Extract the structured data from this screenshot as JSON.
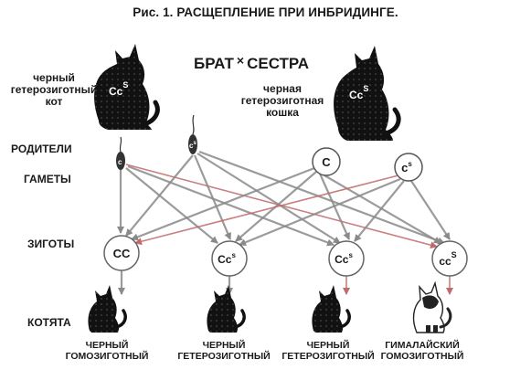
{
  "title": "Рис. 1. РАСЩЕПЛЕНИЕ ПРИ ИНБРИДИНГЕ.",
  "pair": {
    "brother": "БРАТ",
    "cross": "×",
    "sister": "СЕСТРА"
  },
  "parents": {
    "father": {
      "caption_lines": [
        "черный",
        "гетерозиготный",
        "кот"
      ],
      "genotype_base": "Cc",
      "genotype_sup": "S"
    },
    "mother": {
      "caption_lines": [
        "черная",
        "гетерозиготная",
        "кошка"
      ],
      "genotype_base": "Cc",
      "genotype_sup": "S"
    }
  },
  "row_labels": {
    "parents": "РОДИТЕЛИ",
    "gametes": "ГАМЕТЫ",
    "zygotes": "ЗИГОТЫ",
    "kittens": "КОТЯТА"
  },
  "gametes": [
    {
      "base": "c",
      "sup": ""
    },
    {
      "base": "c",
      "sup": "s"
    },
    {
      "base": "C",
      "sup": ""
    },
    {
      "base": "c",
      "sup": "s"
    }
  ],
  "zygotes": [
    {
      "base": "CC",
      "sup": ""
    },
    {
      "base": "Cc",
      "sup": "s"
    },
    {
      "base": "Cc",
      "sup": "s"
    },
    {
      "base": "cc",
      "sup": "S"
    }
  ],
  "kittens": [
    {
      "lines": [
        "ЧЕРНЫЙ",
        "ГОМОЗИГОТНЫЙ"
      ],
      "color": "black"
    },
    {
      "lines": [
        "ЧЕРНЫЙ",
        "ГЕТЕРОЗИГОТНЫЙ"
      ],
      "color": "black"
    },
    {
      "lines": [
        "ЧЕРНЫЙ",
        "ГЕТЕРОЗИГОТНЫЙ"
      ],
      "color": "black"
    },
    {
      "lines": [
        "ГИМАЛАЙСКИЙ",
        "ГОМОЗИГОТНЫЙ"
      ],
      "color": "white"
    }
  ],
  "colors": {
    "ink": "#1a1a1a",
    "arrow": "#8a8a8a",
    "accent": "#c06a6a",
    "circle": "#ffffff"
  }
}
